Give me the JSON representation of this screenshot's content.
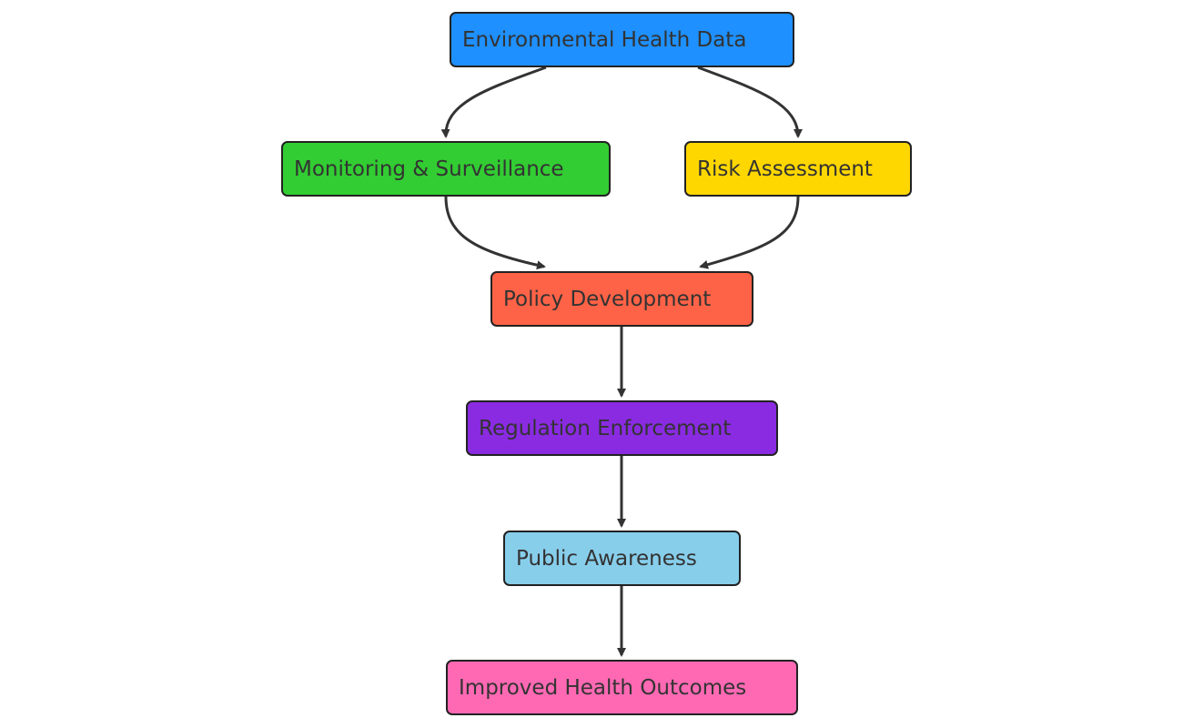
{
  "diagram": {
    "nodes": {
      "environmental_health_data": {
        "label": "Environmental Health Data",
        "color": "#1E90FF"
      },
      "monitoring_surveillance": {
        "label": "Monitoring & Surveillance",
        "color": "#32CD32"
      },
      "risk_assessment": {
        "label": "Risk Assessment",
        "color": "#FFD700"
      },
      "policy_development": {
        "label": "Policy Development",
        "color": "#FF6347"
      },
      "regulation_enforcement": {
        "label": "Regulation Enforcement",
        "color": "#8A2BE2"
      },
      "public_awareness": {
        "label": "Public Awareness",
        "color": "#87CEEB"
      },
      "improved_health_outcomes": {
        "label": "Improved Health Outcomes",
        "color": "#FF69B4"
      }
    },
    "edges": [
      {
        "from": "Environmental Health Data",
        "to": "Monitoring & Surveillance"
      },
      {
        "from": "Environmental Health Data",
        "to": "Risk Assessment"
      },
      {
        "from": "Monitoring & Surveillance",
        "to": "Policy Development"
      },
      {
        "from": "Risk Assessment",
        "to": "Policy Development"
      },
      {
        "from": "Policy Development",
        "to": "Regulation Enforcement"
      },
      {
        "from": "Regulation Enforcement",
        "to": "Public Awareness"
      },
      {
        "from": "Public Awareness",
        "to": "Improved Health Outcomes"
      }
    ],
    "edge_color": "#333333"
  }
}
